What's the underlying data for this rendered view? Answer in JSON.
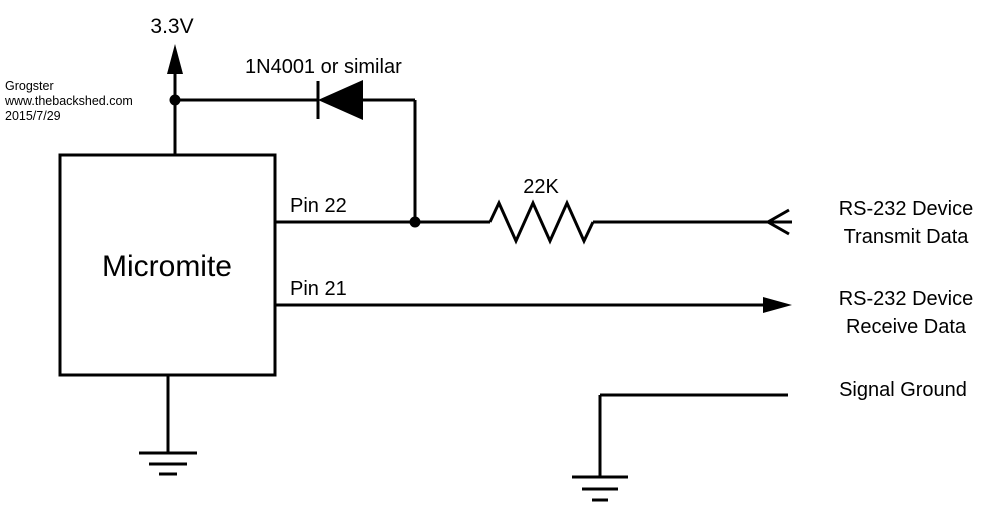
{
  "watermark": {
    "line1": "Grogster",
    "line2": "www.thebackshed.com",
    "line3": "2015/7/29",
    "color": "#c9d64b"
  },
  "schematic": {
    "background": "#ffffff",
    "wire_color": "#000000",
    "power_label": "3.3V",
    "diode_label": "1N4001 or similar",
    "chip_label": "Micromite",
    "pin22_label": "Pin 22",
    "resistor_label": "22K",
    "pin21_label": "Pin 21",
    "transmit": {
      "line1": "RS-232 Device",
      "line2": "Transmit Data"
    },
    "receive": {
      "line1": "RS-232 Device",
      "line2": "Receive Data"
    },
    "signal_ground_label": "Signal Ground"
  }
}
